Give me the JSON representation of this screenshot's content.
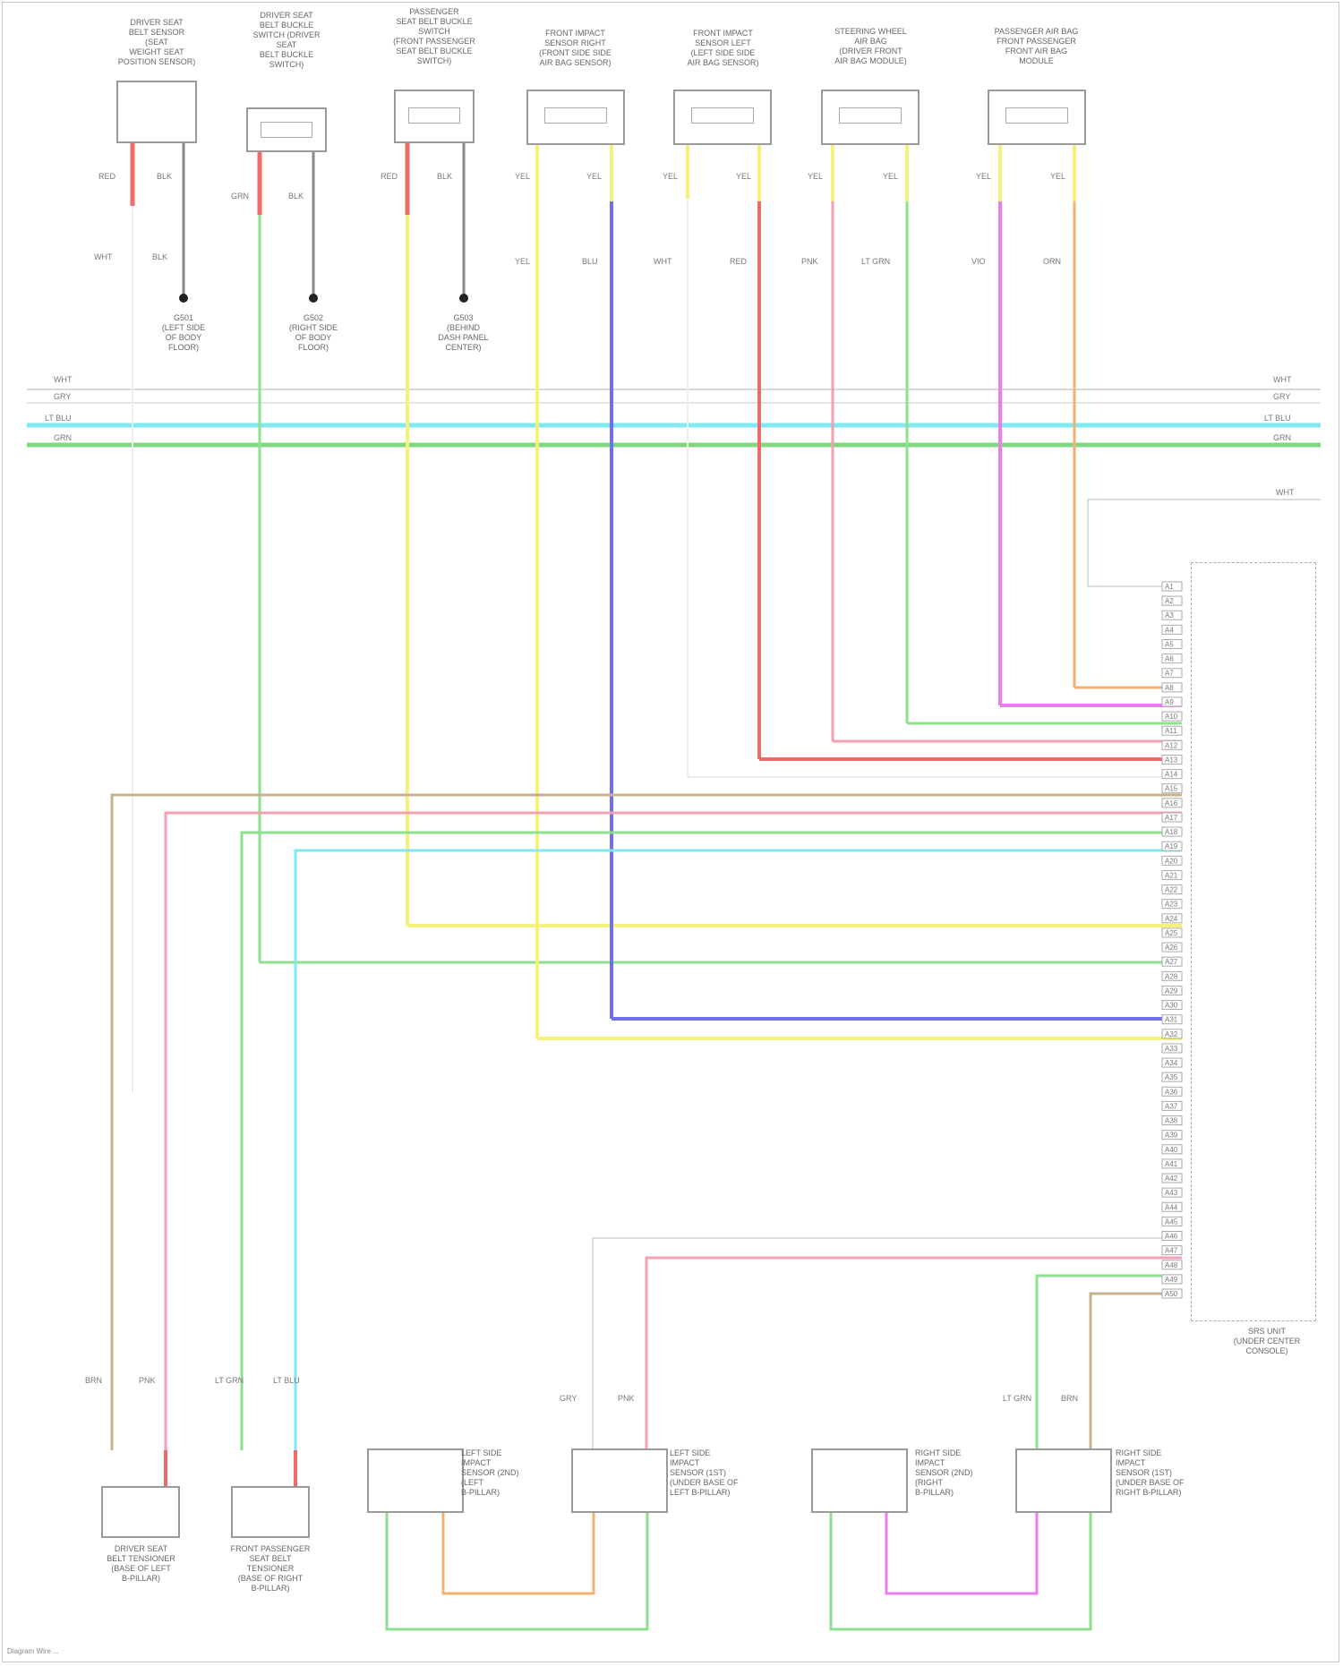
{
  "components": {
    "top": [
      {
        "id": "c1",
        "label": "DRIVER SEAT\nBELT SENSOR\n(SEAT\nWEIGHT SEAT\nPOSITION SENSOR)"
      },
      {
        "id": "c2",
        "label": "DRIVER SEAT\nBELT BUCKLE\nSWITCH (DRIVER\nSEAT\nBELT BUCKLE\nSWITCH)"
      },
      {
        "id": "c3",
        "label": "PASSENGER\nSEAT BELT BUCKLE\nSWITCH\n(FRONT PASSENGER\nSEAT BELT BUCKLE\nSWITCH)"
      },
      {
        "id": "c4",
        "label": "FRONT IMPACT\nSENSOR RIGHT\n(FRONT SIDE SIDE\nAIR BAG SENSOR)"
      },
      {
        "id": "c5",
        "label": "FRONT IMPACT\nSENSOR LEFT\n(LEFT SIDE SIDE\nAIR BAG SENSOR)"
      },
      {
        "id": "c6",
        "label": "STEERING WHEEL\nAIR BAG\n(DRIVER FRONT\nAIR BAG MODULE)"
      },
      {
        "id": "c7",
        "label": "PASSENGER AIR BAG\nFRONT PASSENGER\nFRONT AIR BAG\nMODULE"
      }
    ],
    "grounds": [
      {
        "id": "g1",
        "label": "G501\n(LEFT SIDE\nOF BODY\nFLOOR)"
      },
      {
        "id": "g2",
        "label": "G502\n(RIGHT SIDE\nOF BODY\nFLOOR)"
      },
      {
        "id": "g3",
        "label": "G503\n(BEHIND\nDASH PANEL\nCENTER)"
      }
    ],
    "ecu": {
      "label": "SRS UNIT\n(UNDER CENTER\nCONSOLE)"
    },
    "bottom": [
      {
        "id": "b1",
        "label": "DRIVER SEAT\nBELT TENSIONER\n(BASE OF LEFT\nB-PILLAR)"
      },
      {
        "id": "b2",
        "label": "FRONT PASSENGER\nSEAT BELT\nTENSIONER\n(BASE OF RIGHT\nB-PILLAR)"
      },
      {
        "id": "b3",
        "label": "LEFT SIDE\nIMPACT\nSENSOR (2ND)\n(LEFT\nB-PILLAR)"
      },
      {
        "id": "b4",
        "label": "LEFT SIDE\nIMPACT\nSENSOR (1ST)\n(UNDER BASE OF\nLEFT B-PILLAR)"
      },
      {
        "id": "b5",
        "label": "RIGHT SIDE\nIMPACT\nSENSOR (2ND)\n(RIGHT\nB-PILLAR)"
      },
      {
        "id": "b6",
        "label": "RIGHT SIDE\nIMPACT\nSENSOR (1ST)\n(UNDER BASE OF\nRIGHT B-PILLAR)"
      }
    ]
  },
  "bus_lines": [
    {
      "label_left": "WHT",
      "label_right": "WHT",
      "color": "#dddddd"
    },
    {
      "label_left": "GRY",
      "label_right": "GRY",
      "color": "#e8e8e8"
    },
    {
      "label_left": "LT BLU",
      "label_right": "LT BLU",
      "color": "#7fe8f0"
    },
    {
      "label_left": "GRN",
      "label_right": "GRN",
      "color": "#7fd87f"
    }
  ],
  "wire_colors": {
    "red": "#f06a6a",
    "gray": "#888888",
    "yellow": "#f4f27a",
    "blue": "#6f6ff0",
    "white": "#eeeeee",
    "pink": "#f4a0b0",
    "green": "#8ee08e",
    "magenta": "#ee7bee",
    "orange": "#f4b070",
    "cyan": "#7fe8f0",
    "tan": "#c8b090"
  },
  "ecu_pins": [
    "A1",
    "A2",
    "A3",
    "A4",
    "A5",
    "A6",
    "A7",
    "A8",
    "A9",
    "A10",
    "A11",
    "A12",
    "A13",
    "A14",
    "A15",
    "A16",
    "A17",
    "A18",
    "A19",
    "A20",
    "A21",
    "A22",
    "A23",
    "A24",
    "A25",
    "A26",
    "A27",
    "A28",
    "A29",
    "A30",
    "A31",
    "A32",
    "A33",
    "A34",
    "A35",
    "A36",
    "A37",
    "A38",
    "A39",
    "A40",
    "A41",
    "A42",
    "A43",
    "A44",
    "A45",
    "A46",
    "A47",
    "A48",
    "A49",
    "A50"
  ],
  "footer": "Diagram Wire ..."
}
